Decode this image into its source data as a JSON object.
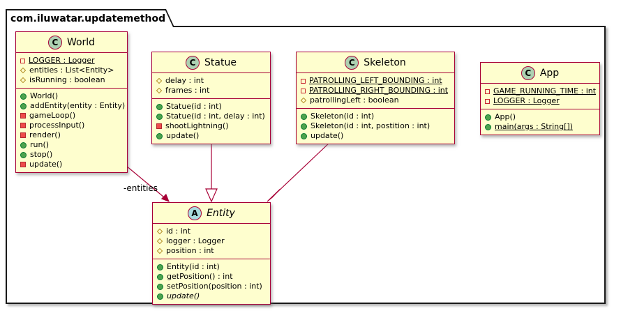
{
  "package": {
    "title": "com.iluwatar.updatemethod"
  },
  "colors": {
    "class_fill": "#FEFECE",
    "class_border": "#A80036",
    "relationship": "#A80036",
    "class_circle_fill": "#ADD1B2",
    "abstract_circle_fill": "#A9DCDF",
    "public_method_icon": "#4EA24E",
    "private_method_icon": "#ED4B4B",
    "private_field_icon": "#C82930",
    "protected_field_icon": "#B38D22"
  },
  "classes": {
    "world": {
      "circle": "C",
      "name": "World",
      "fields": [
        {
          "icon": "field-private",
          "text": "LOGGER : Logger",
          "static": true
        },
        {
          "icon": "field-protected",
          "text": "entities : List<Entity>"
        },
        {
          "icon": "field-protected",
          "text": "isRunning : boolean"
        }
      ],
      "methods": [
        {
          "icon": "method-public",
          "text": "World()"
        },
        {
          "icon": "method-public",
          "text": "addEntity(entity : Entity)"
        },
        {
          "icon": "method-private",
          "text": "gameLoop()"
        },
        {
          "icon": "method-private",
          "text": "processInput()"
        },
        {
          "icon": "method-private",
          "text": "render()"
        },
        {
          "icon": "method-public",
          "text": "run()"
        },
        {
          "icon": "method-public",
          "text": "stop()"
        },
        {
          "icon": "method-private",
          "text": "update()"
        }
      ]
    },
    "statue": {
      "circle": "C",
      "name": "Statue",
      "fields": [
        {
          "icon": "field-protected",
          "text": "delay : int"
        },
        {
          "icon": "field-protected",
          "text": "frames : int"
        }
      ],
      "methods": [
        {
          "icon": "method-public",
          "text": "Statue(id : int)"
        },
        {
          "icon": "method-public",
          "text": "Statue(id : int, delay : int)"
        },
        {
          "icon": "method-private",
          "text": "shootLightning()"
        },
        {
          "icon": "method-public",
          "text": "update()"
        }
      ]
    },
    "skeleton": {
      "circle": "C",
      "name": "Skeleton",
      "fields": [
        {
          "icon": "field-private",
          "text": "PATROLLING_LEFT_BOUNDING : int",
          "static": true
        },
        {
          "icon": "field-private",
          "text": "PATROLLING_RIGHT_BOUNDING : int",
          "static": true
        },
        {
          "icon": "field-protected",
          "text": "patrollingLeft : boolean"
        }
      ],
      "methods": [
        {
          "icon": "method-public",
          "text": "Skeleton(id : int)"
        },
        {
          "icon": "method-public",
          "text": "Skeleton(id : int, postition : int)"
        },
        {
          "icon": "method-public",
          "text": "update()"
        }
      ]
    },
    "app": {
      "circle": "C",
      "name": "App",
      "fields": [
        {
          "icon": "field-private",
          "text": "GAME_RUNNING_TIME : int",
          "static": true
        },
        {
          "icon": "field-private",
          "text": "LOGGER : Logger",
          "static": true
        }
      ],
      "methods": [
        {
          "icon": "method-public",
          "text": "App()"
        },
        {
          "icon": "method-public",
          "text": "main(args : String[])",
          "static": true
        }
      ]
    },
    "entity": {
      "circle": "A",
      "name": "Entity",
      "fields": [
        {
          "icon": "field-protected",
          "text": "id : int"
        },
        {
          "icon": "field-protected",
          "text": "logger : Logger"
        },
        {
          "icon": "field-protected",
          "text": "position : int"
        }
      ],
      "methods": [
        {
          "icon": "method-public",
          "text": "Entity(id : int)"
        },
        {
          "icon": "method-public",
          "text": "getPosition() : int"
        },
        {
          "icon": "method-public",
          "text": "setPosition(position : int)"
        },
        {
          "icon": "method-public",
          "text": "update()",
          "abstract": true
        }
      ]
    }
  },
  "relationships": [
    {
      "from": "World",
      "to": "Entity",
      "type": "association",
      "label": "-entities"
    },
    {
      "from": "Statue",
      "to": "Entity",
      "type": "generalization",
      "label": ""
    },
    {
      "from": "Skeleton",
      "to": "Entity",
      "type": "generalization",
      "label": ""
    }
  ]
}
